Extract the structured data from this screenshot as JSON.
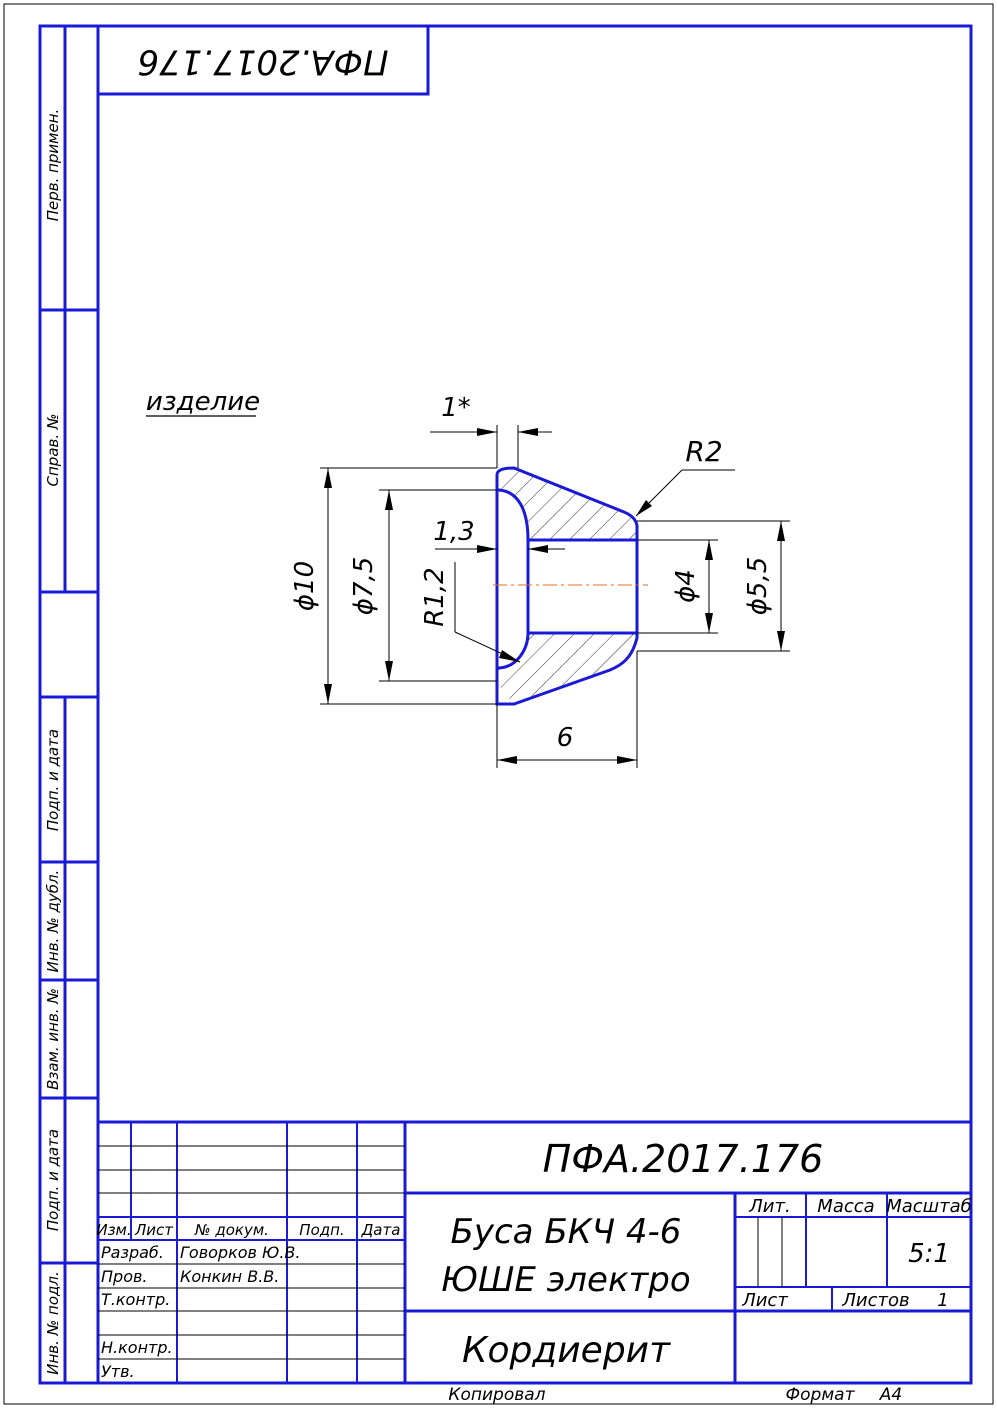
{
  "drawing": {
    "doc_number": "ПФА.2017.176",
    "doc_number_rotated": "ПФА.2017.176",
    "note_label": "изделие",
    "title_line1": "Буса БКЧ 4-6",
    "title_line2": "ЮШЕ электро",
    "material": "Кордиерит",
    "scale": "5:1",
    "sheets_value": "1",
    "copied_label": "Копировал",
    "format_label": "Формат",
    "format_value": "А4"
  },
  "side_labels": {
    "perv_primen": "Перв. примен.",
    "sprav_no": "Справ. №",
    "podp_data_1": "Подп. и дата",
    "inv_no_dubl": "Инв. № дубл.",
    "vzam_inv_no": "Взам. инв. №",
    "podp_data_2": "Подп. и дата",
    "inv_no_podl": "Инв. № подл."
  },
  "title_block": {
    "headers": {
      "izm": "Изм.",
      "list": "Лист",
      "no_dokum": "№ докум.",
      "podp": "Подп.",
      "data": "Дата",
      "lit": "Лит.",
      "massa": "Масса",
      "masshtab": "Масштаб",
      "list2": "Лист",
      "listov": "Листов"
    },
    "rows": [
      {
        "role": "Разраб.",
        "name": "Говорков Ю.В."
      },
      {
        "role": "Пров.",
        "name": "Конкин В.В."
      },
      {
        "role": "Т.контр.",
        "name": ""
      },
      {
        "role": "Н.контр.",
        "name": ""
      },
      {
        "role": "Утв.",
        "name": ""
      }
    ]
  },
  "dimensions": {
    "d1": "1*",
    "r2": "R2",
    "d13": "1,3",
    "phi10": "ϕ10",
    "phi75": "ϕ7,5",
    "r12": "R1,2",
    "phi4": "ϕ4",
    "phi55": "ϕ5,5",
    "len6": "6"
  },
  "colors": {
    "outline": "#1a1ad6",
    "axis": "#e07020",
    "ink": "#000000"
  }
}
